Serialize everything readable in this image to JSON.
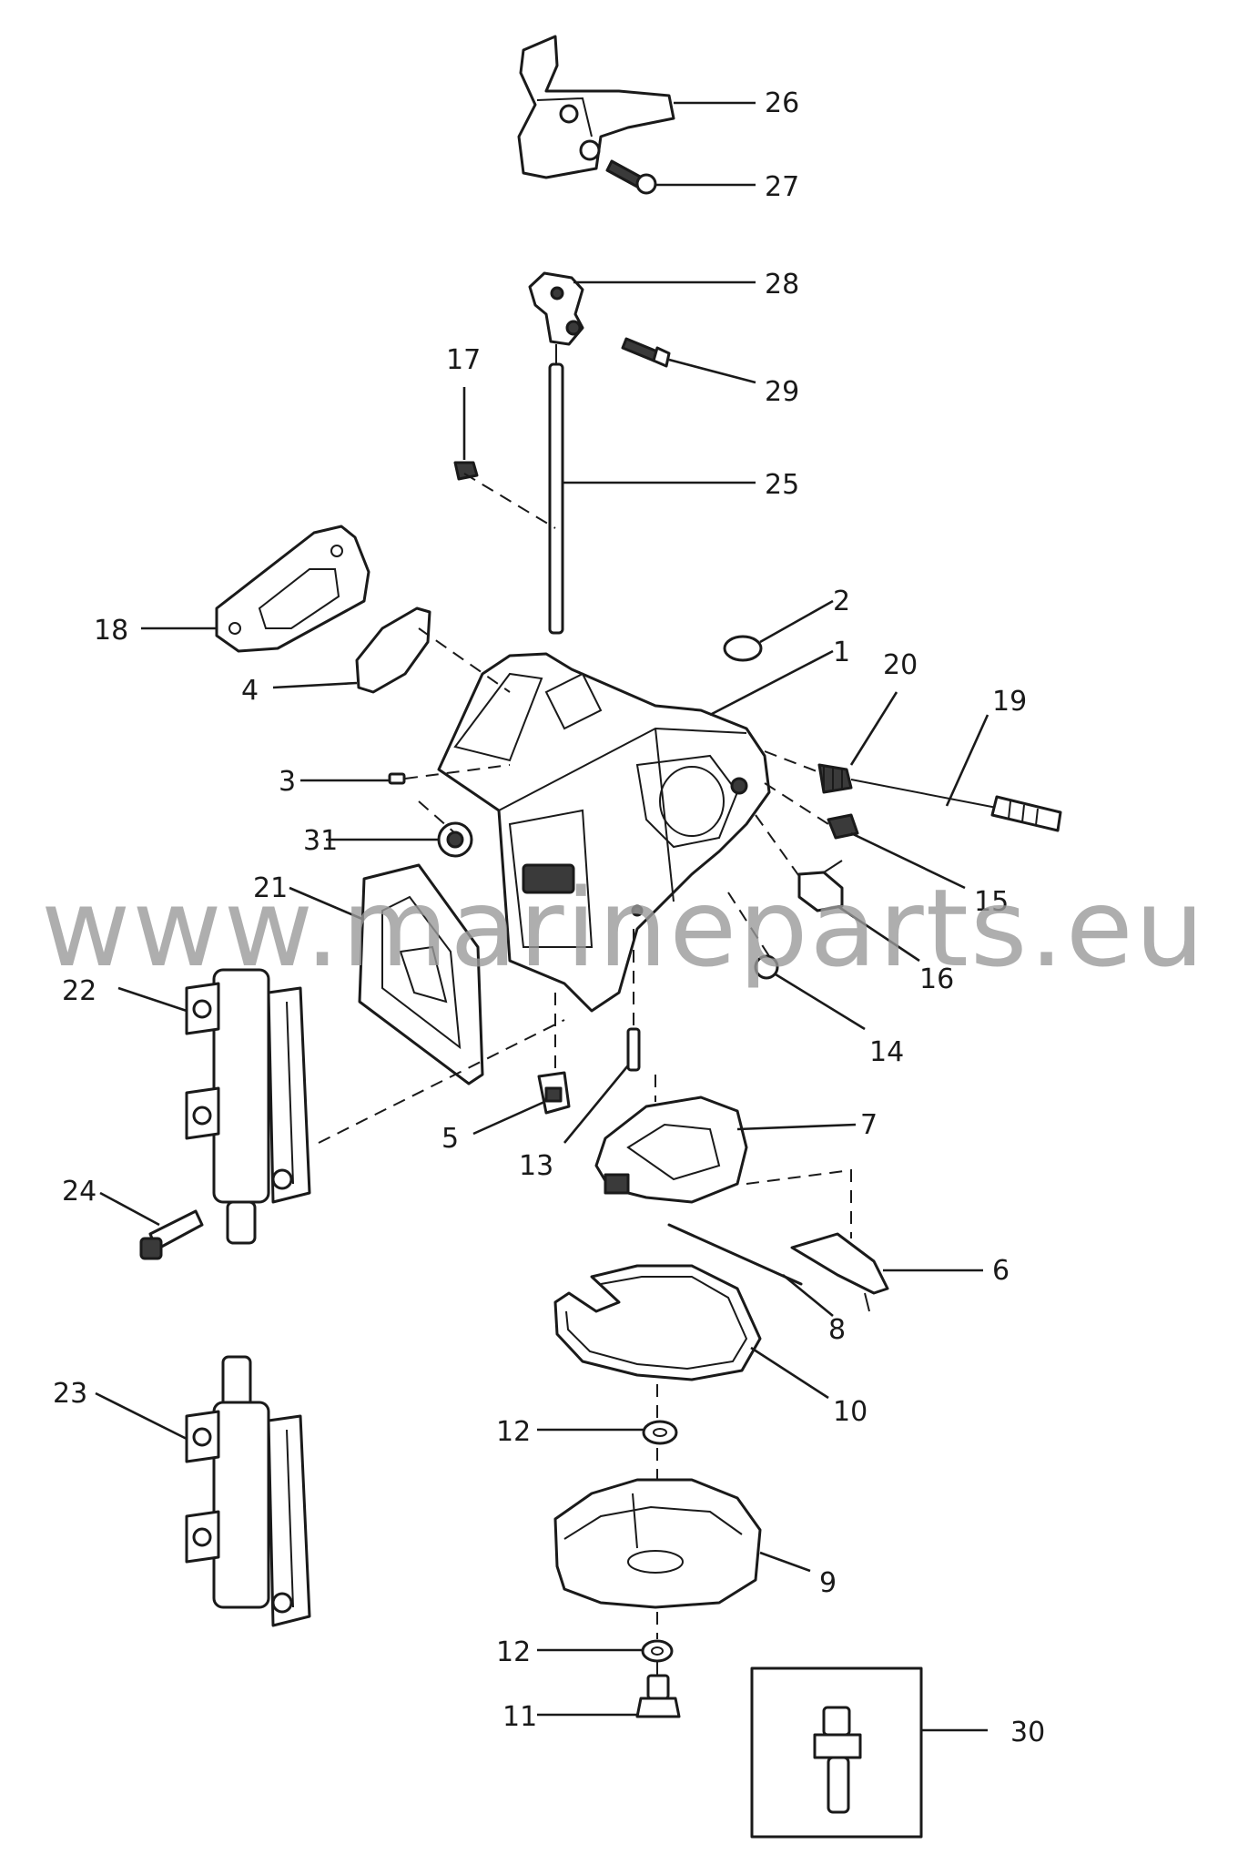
{
  "watermark": "www.marineparts.eu",
  "callouts": [
    {
      "num": "1"
    },
    {
      "num": "2"
    },
    {
      "num": "3"
    },
    {
      "num": "4"
    },
    {
      "num": "5"
    },
    {
      "num": "6"
    },
    {
      "num": "7"
    },
    {
      "num": "8"
    },
    {
      "num": "9"
    },
    {
      "num": "10"
    },
    {
      "num": "11"
    },
    {
      "num": "12"
    },
    {
      "num": "12"
    },
    {
      "num": "13"
    },
    {
      "num": "14"
    },
    {
      "num": "15"
    },
    {
      "num": "16"
    },
    {
      "num": "17"
    },
    {
      "num": "18"
    },
    {
      "num": "19"
    },
    {
      "num": "20"
    },
    {
      "num": "21"
    },
    {
      "num": "22"
    },
    {
      "num": "23"
    },
    {
      "num": "24"
    },
    {
      "num": "25"
    },
    {
      "num": "26"
    },
    {
      "num": "27"
    },
    {
      "num": "28"
    },
    {
      "num": "29"
    },
    {
      "num": "30"
    },
    {
      "num": "31"
    }
  ]
}
